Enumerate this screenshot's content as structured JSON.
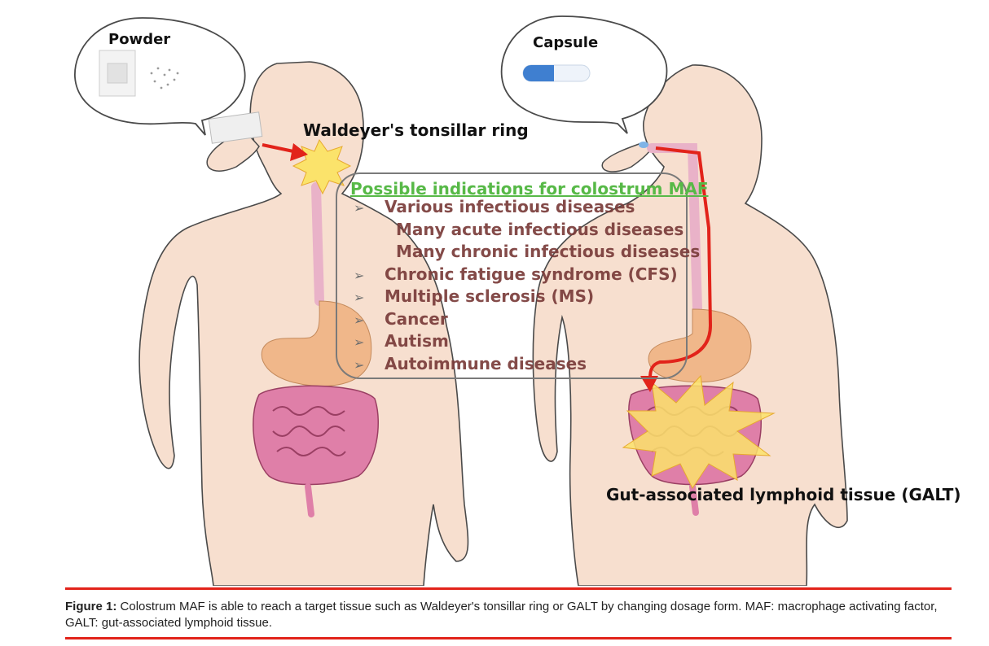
{
  "labels": {
    "powder": "Powder",
    "capsule": "Capsule",
    "waldeyer": "Waldeyer's tonsillar ring",
    "galt": "Gut-associated lymphoid tissue (GALT)"
  },
  "indications": {
    "title": "Possible indications for colostrum MAF",
    "items": [
      {
        "text": "Various infectious diseases",
        "bullet": true
      },
      {
        "text": "Many acute infectious diseases",
        "bullet": false
      },
      {
        "text": "Many chronic infectious diseases",
        "bullet": false
      },
      {
        "text": "Chronic fatigue syndrome (CFS)",
        "bullet": true
      },
      {
        "text": "Multiple sclerosis (MS)",
        "bullet": true
      },
      {
        "text": "Cancer",
        "bullet": true
      },
      {
        "text": "Autism",
        "bullet": true
      },
      {
        "text": "Autoimmune diseases",
        "bullet": true
      }
    ],
    "bullet_glyph": "➢"
  },
  "caption": {
    "label": "Figure 1:",
    "text": "Colostrum MAF is able to reach a target tissue such as Waldeyer's tonsillar ring or GALT by changing dosage form. MAF: macrophage activating factor, GALT: gut-associated lymphoid tissue."
  },
  "colors": {
    "skin": "#f7dfcf",
    "outline": "#4a4a4a",
    "esophagus": "#e9b2c8",
    "stomach": "#f0b78a",
    "intestine": "#df7fa8",
    "starburst": "#fbe36b",
    "route_arrow": "#e2231a",
    "indication_title": "#57b947",
    "indication_text": "#7a3c3a",
    "rule": "#e2231a"
  }
}
